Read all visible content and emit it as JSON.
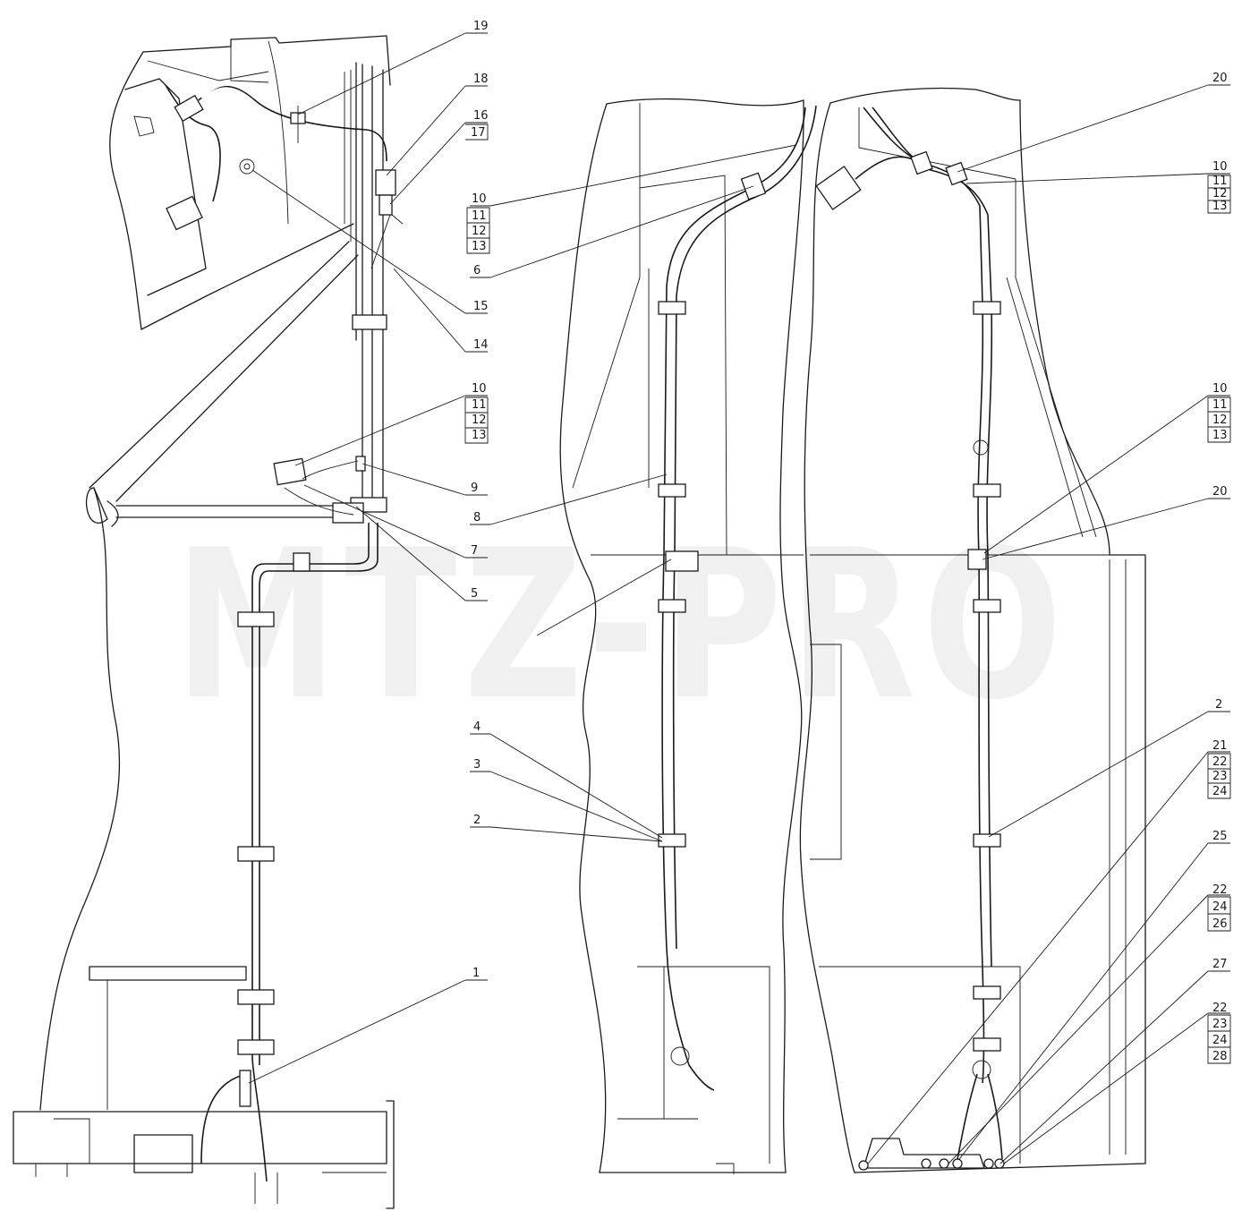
{
  "watermark": "MTZ-PRO",
  "callouts_left": [
    "19",
    "18",
    "16",
    "17",
    "15",
    "14",
    "10",
    "11",
    "12",
    "13",
    "9",
    "7",
    "5",
    "1"
  ],
  "callouts_middle": [
    "10",
    "11",
    "12",
    "13",
    "6",
    "8",
    "4",
    "3",
    "2"
  ],
  "callouts_right": [
    "20",
    "10",
    "11",
    "12",
    "13",
    "10",
    "11",
    "12",
    "13",
    "20",
    "2",
    "21",
    "22",
    "23",
    "24",
    "25",
    "22",
    "24",
    "26",
    "27",
    "22",
    "23",
    "24",
    "28"
  ]
}
